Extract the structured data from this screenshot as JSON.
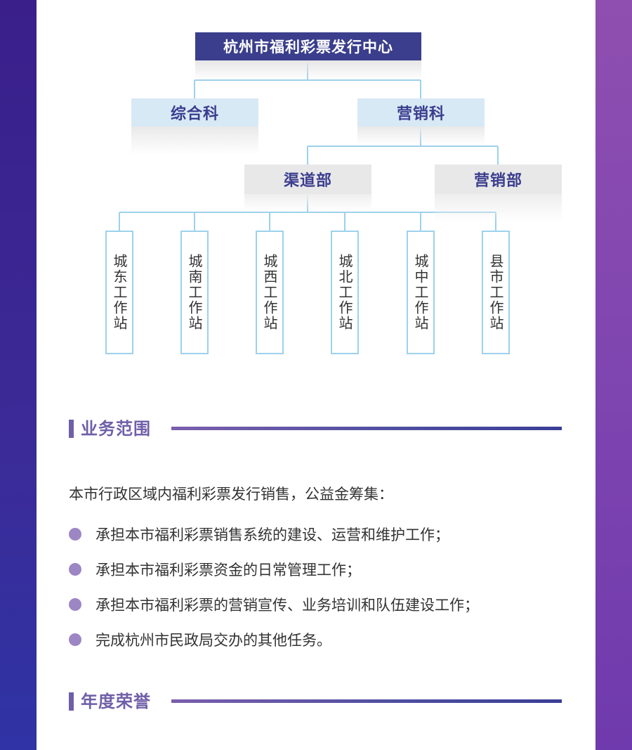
{
  "org_chart": {
    "root": "杭州市福利彩票发行中心",
    "level2": [
      "综合科",
      "营销科"
    ],
    "level3": [
      "渠道部",
      "营销部"
    ],
    "stations": [
      "城东工作站",
      "城南工作站",
      "城西工作站",
      "城北工作站",
      "城中工作站",
      "县市工作站"
    ],
    "line_color": "#9dd1ec"
  },
  "sections": {
    "business_scope": {
      "title": "业务范围",
      "intro": "本市行政区域内福利彩票发行销售，公益金筹集：",
      "items": [
        "承担本市福利彩票销售系统的建设、运营和维护工作；",
        "承担本市福利彩票资金的日常管理工作；",
        "承担本市福利彩票的营销宣传、业务培训和队伍建设工作；",
        "完成杭州市民政局交办的其他任务。"
      ]
    },
    "annual_honors": {
      "title": "年度荣誉"
    }
  },
  "colors": {
    "root_bg": "#3a3e8c",
    "level2_bg": "#d8e9f6",
    "level3_bg": "#e8e8e8",
    "accent": "#6f5fa8",
    "bullet": "#9d86c4"
  }
}
